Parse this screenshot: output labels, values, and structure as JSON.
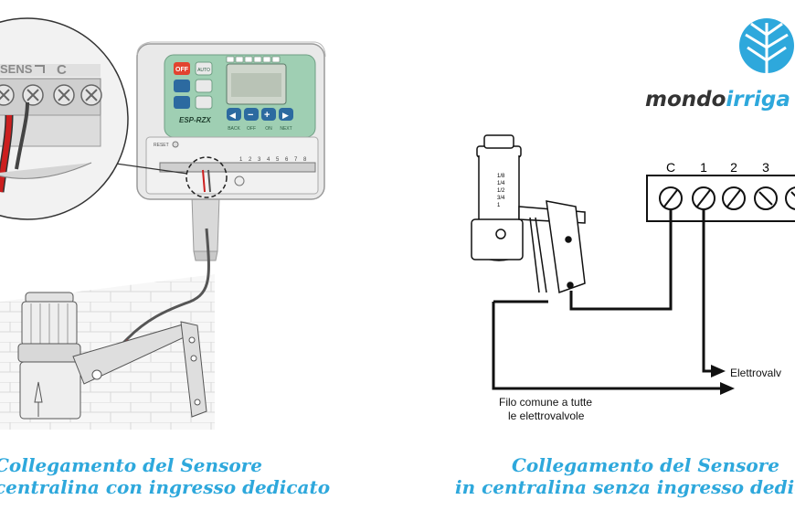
{
  "colors": {
    "accent_blue": "#2ea8dc",
    "text_dark": "#333333",
    "controller_green": "#9fcfb3",
    "wire_red": "#cc1f1f",
    "off_button": "#e2442f"
  },
  "logo": {
    "icon": "leaf-drop-icon",
    "text_part1": "mondo",
    "text_part2": "irriga"
  },
  "left_diagram": {
    "terminal_label_sens": "SENS",
    "terminal_label_c": "C",
    "controller": {
      "model": "ESP-RZX",
      "off_label": "OFF",
      "reset_label": "RESET",
      "auto_label": "AUTO",
      "nav_labels": [
        "BACK",
        "OFF",
        "ON",
        "NEXT"
      ],
      "terminal_numbers": [
        "1",
        "2",
        "3",
        "4",
        "5",
        "6",
        "7",
        "8"
      ]
    },
    "caption_line1": "Collegamento del Sensore",
    "caption_line2": "centralina con ingresso dedicato"
  },
  "right_diagram": {
    "terminal_labels": [
      "C",
      "1",
      "2",
      "3"
    ],
    "sensor_scale": [
      "1/8",
      "1/4",
      "1/2",
      "3/4",
      "1"
    ],
    "label_common_wire_line1": "Filo comune a tutte",
    "label_common_wire_line2": "le elettrovalvole",
    "label_valve": "Elettrovalv",
    "caption_line1": "Collegamento del Sensore",
    "caption_line2": "in centralina senza ingresso dedica"
  }
}
